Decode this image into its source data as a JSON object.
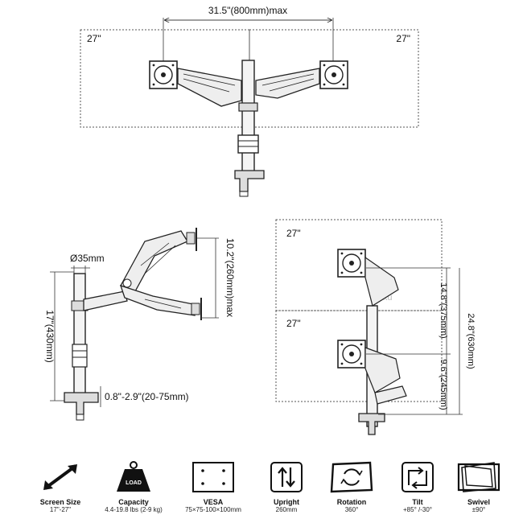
{
  "top_view": {
    "max_span": "31.5\"(800mm)max",
    "left_screen": "27\"",
    "right_screen": "27\""
  },
  "side_view": {
    "pole_diameter": "Ø35mm",
    "pole_height": "17\"(430mm)",
    "height_range": "10.2\"(260mm)max",
    "clamp_range": "0.8\"-2.9\"(20-75mm)"
  },
  "stacked_view": {
    "top_screen": "27\"",
    "bottom_screen": "27\"",
    "upper_range": "14.8\"(375mm)",
    "total_height": "24.8\"(630mm)",
    "lower_range": "9.6\"(245mm)",
    "watermark": "Saiku"
  },
  "features": [
    {
      "label": "Screen Size",
      "value": "17\"-27\"",
      "icon": "diagonal-arrow-icon"
    },
    {
      "label": "Capacity",
      "value": "4.4-19.8 lbs (2-9 kg)",
      "icon": "load-weight-icon",
      "icon_text": "LOAD"
    },
    {
      "label": "VESA",
      "value": "75×75-100×100mm",
      "icon": "vesa-plate-icon"
    },
    {
      "label": "Upright",
      "value": "260mm",
      "icon": "up-down-arrows-icon"
    },
    {
      "label": "Rotation",
      "value": "360°",
      "icon": "rotation-icon"
    },
    {
      "label": "Tilt",
      "value": "+85° /-30°",
      "icon": "tilt-icon"
    },
    {
      "label": "Swivel",
      "value": "±90°",
      "icon": "swivel-icon"
    }
  ]
}
